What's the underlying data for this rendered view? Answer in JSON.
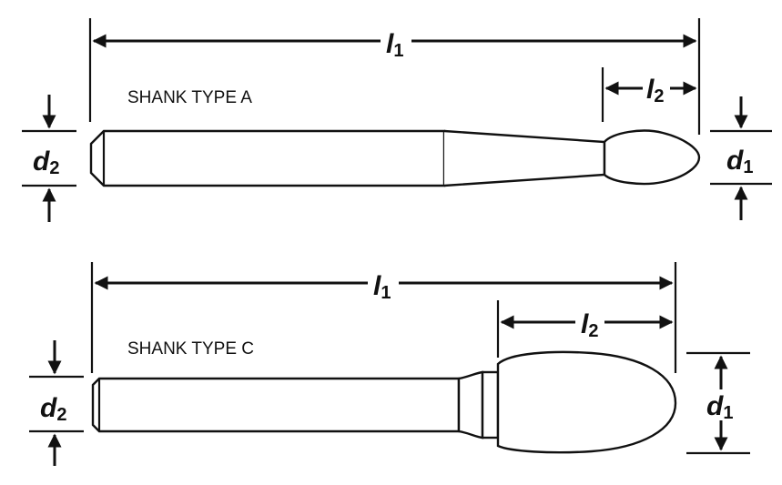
{
  "diagrams": [
    {
      "caption": "SHANK TYPE  A",
      "overall_length": {
        "symbol": "l",
        "subscript": "1"
      },
      "head_length": {
        "symbol": "l",
        "subscript": "2"
      },
      "head_diameter": {
        "symbol": "d",
        "subscript": "1"
      },
      "shank_diameter": {
        "symbol": "d",
        "subscript": "2"
      }
    },
    {
      "caption": "SHANK TYPE  C",
      "overall_length": {
        "symbol": "l",
        "subscript": "1"
      },
      "head_length": {
        "symbol": "l",
        "subscript": "2"
      },
      "head_diameter": {
        "symbol": "d",
        "subscript": "1"
      },
      "shank_diameter": {
        "symbol": "d",
        "subscript": "2"
      }
    }
  ],
  "colors": {
    "line": "#111111",
    "background": "#ffffff"
  }
}
